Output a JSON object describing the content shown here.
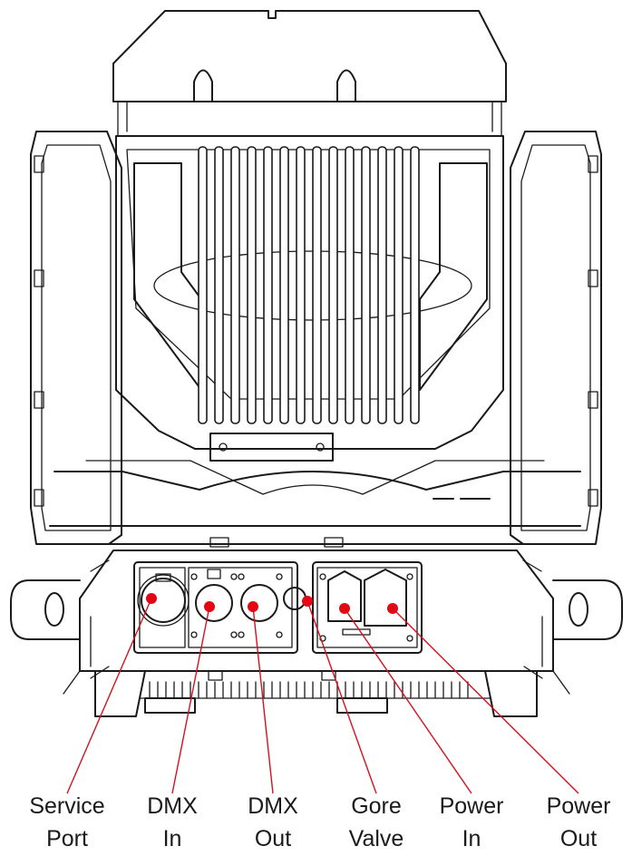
{
  "callouts": [
    {
      "id": "service-port",
      "line1": "Service",
      "line2": "Port"
    },
    {
      "id": "dmx-in",
      "line1": "DMX",
      "line2": "In"
    },
    {
      "id": "dmx-out",
      "line1": "DMX",
      "line2": "Out"
    },
    {
      "id": "gore-valve",
      "line1": "Gore",
      "line2": "Valve"
    },
    {
      "id": "power-in",
      "line1": "Power",
      "line2": "In"
    },
    {
      "id": "power-out",
      "line1": "Power",
      "line2": "Out"
    }
  ],
  "colors": {
    "marker": "#e30613",
    "leader": "#d4121e",
    "outline": "#1a1a1a"
  }
}
